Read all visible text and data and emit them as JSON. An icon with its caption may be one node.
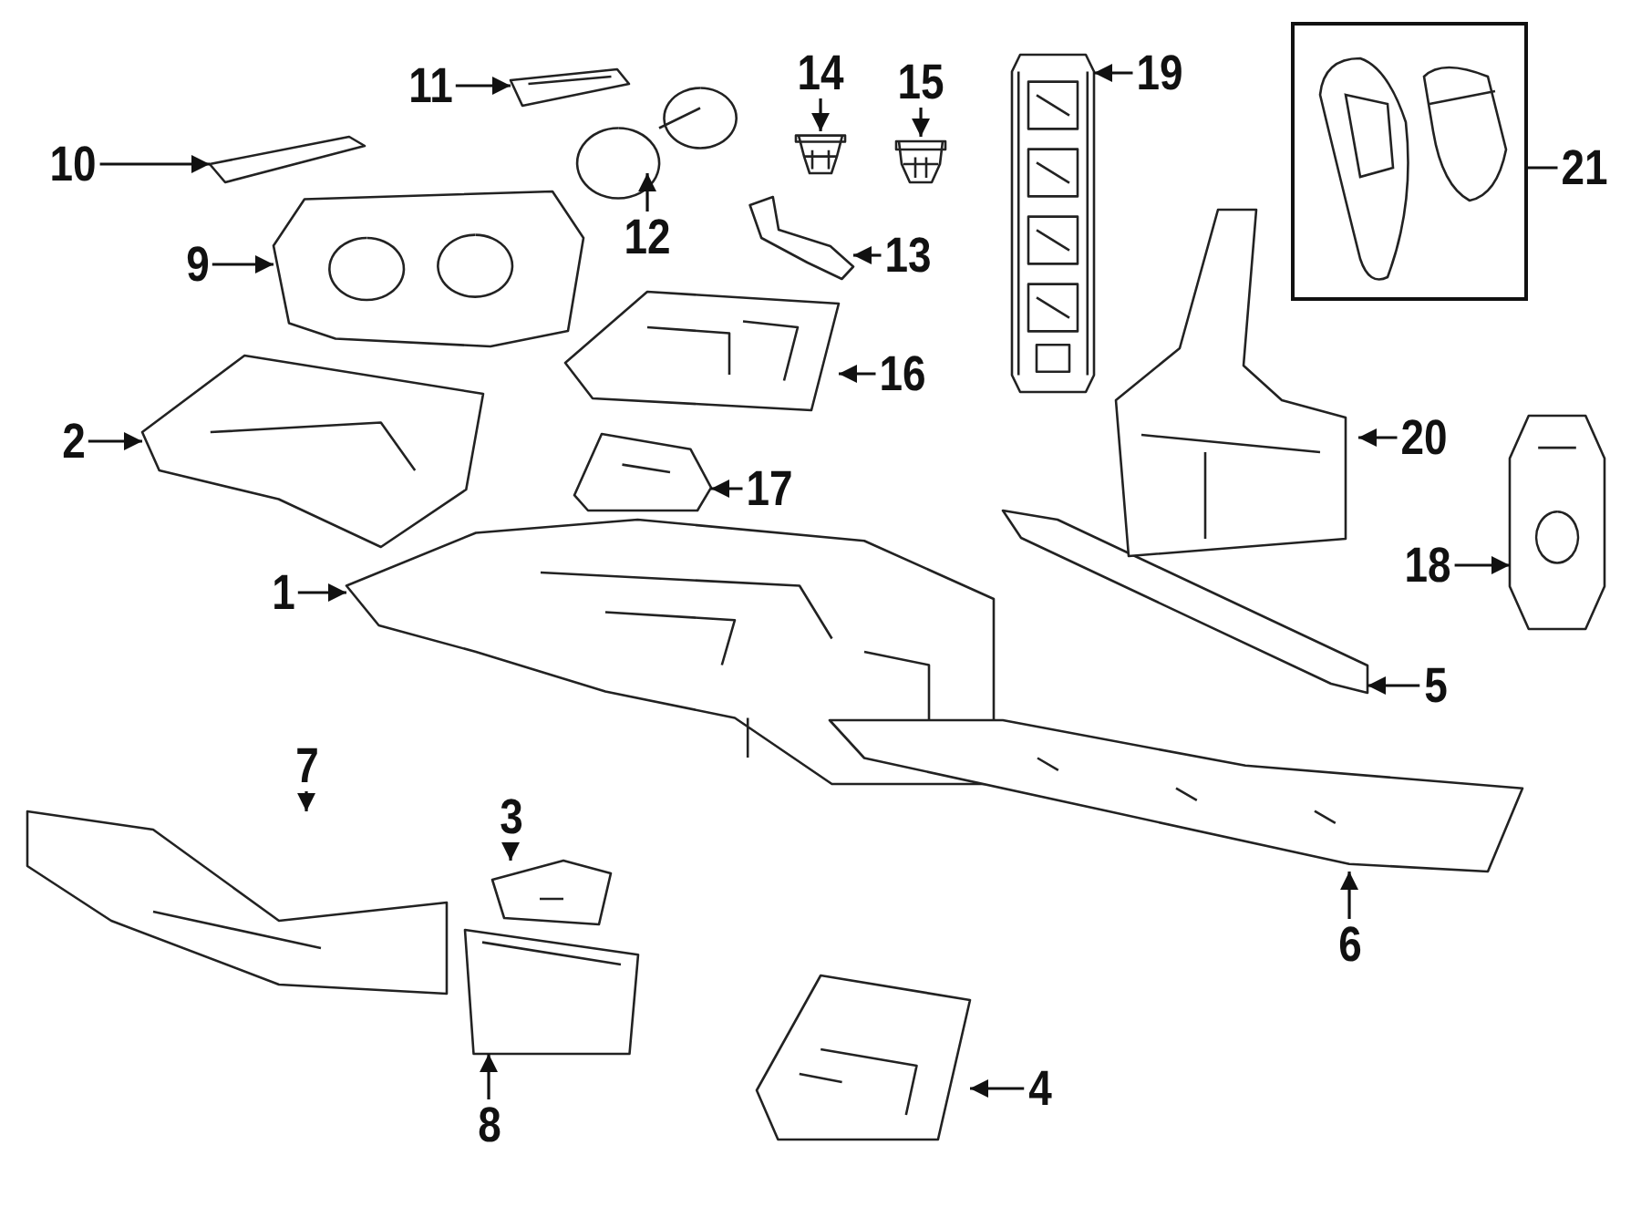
{
  "diagram": {
    "nodes": [
      {
        "text": [
          "1"
        ]
      },
      {
        "text": [
          "2"
        ]
      },
      {
        "text": [
          "3"
        ]
      },
      {
        "text": [
          "4"
        ]
      },
      {
        "text": [
          "5"
        ]
      },
      {
        "text": [
          "6"
        ]
      },
      {
        "text": [
          "7"
        ]
      },
      {
        "text": [
          "8"
        ]
      },
      {
        "text": [
          "9"
        ]
      },
      {
        "text": [
          "10"
        ]
      },
      {
        "text": [
          "11"
        ]
      },
      {
        "text": [
          "12"
        ]
      },
      {
        "text": [
          "13"
        ]
      },
      {
        "text": [
          "14"
        ]
      },
      {
        "text": [
          "15"
        ]
      },
      {
        "text": [
          "16"
        ]
      },
      {
        "text": [
          "17"
        ]
      },
      {
        "text": [
          "18"
        ]
      },
      {
        "text": [
          "19"
        ]
      },
      {
        "text": [
          "20"
        ]
      },
      {
        "text": [
          "21"
        ]
      },
      {
        "text": [],
        "shape": "picture"
      },
      {
        "text": [],
        "shape": "picture"
      },
      {
        "text": [],
        "shape": "picture"
      },
      {
        "text": [],
        "shape": "picture"
      },
      {
        "text": [],
        "shape": "picture"
      },
      {
        "text": [],
        "shape": "picture"
      },
      {
        "text": [],
        "shape": "picture"
      },
      {
        "text": [],
        "shape": "picture"
      },
      {
        "text": [],
        "shape": "picture"
      },
      {
        "text": [],
        "shape": "picture"
      },
      {
        "text": [],
        "shape": "picture"
      },
      {
        "text": [],
        "shape": "picture"
      },
      {
        "text": [],
        "shape": "picture"
      },
      {
        "text": [],
        "shape": "picture"
      },
      {
        "text": [],
        "shape": "picture"
      },
      {
        "text": [],
        "shape": "picture"
      },
      {
        "text": [],
        "shape": "picture"
      },
      {
        "text": [],
        "shape": "picture"
      },
      {
        "text": [],
        "shape": "picture"
      },
      {
        "text": [],
        "shape": "picture"
      },
      {
        "text": [],
        "shape": "box"
      }
    ],
    "edges": [
      {
        "from": 0,
        "to": 21,
        "arrow": "to"
      },
      {
        "from": 1,
        "to": 22,
        "arrow": "to"
      },
      {
        "from": 2,
        "to": 23,
        "arrow": "to"
      },
      {
        "from": 3,
        "to": 24,
        "arrow": "to"
      },
      {
        "from": 4,
        "to": 25,
        "arrow": "to"
      },
      {
        "from": 5,
        "to": 26,
        "arrow": "to"
      },
      {
        "from": 6,
        "to": 27,
        "arrow": "to"
      },
      {
        "from": 7,
        "to": 28,
        "arrow": "to"
      },
      {
        "from": 8,
        "to": 29,
        "arrow": "to"
      },
      {
        "from": 9,
        "to": 30,
        "arrow": "to"
      },
      {
        "from": 10,
        "to": 31,
        "arrow": "to"
      },
      {
        "from": 11,
        "to": 32,
        "arrow": "to"
      },
      {
        "from": 12,
        "to": 33,
        "arrow": "to"
      },
      {
        "from": 13,
        "to": 34,
        "arrow": "to"
      },
      {
        "from": 14,
        "to": 35,
        "arrow": "to"
      },
      {
        "from": 15,
        "to": 36,
        "arrow": "to"
      },
      {
        "from": 16,
        "to": 37,
        "arrow": "to"
      },
      {
        "from": 17,
        "to": 38,
        "arrow": "to"
      },
      {
        "from": 18,
        "to": 39,
        "arrow": "to"
      },
      {
        "from": 19,
        "to": 40,
        "arrow": "to"
      },
      {
        "from": 20,
        "to": 41,
        "arrow": "none"
      }
    ]
  }
}
